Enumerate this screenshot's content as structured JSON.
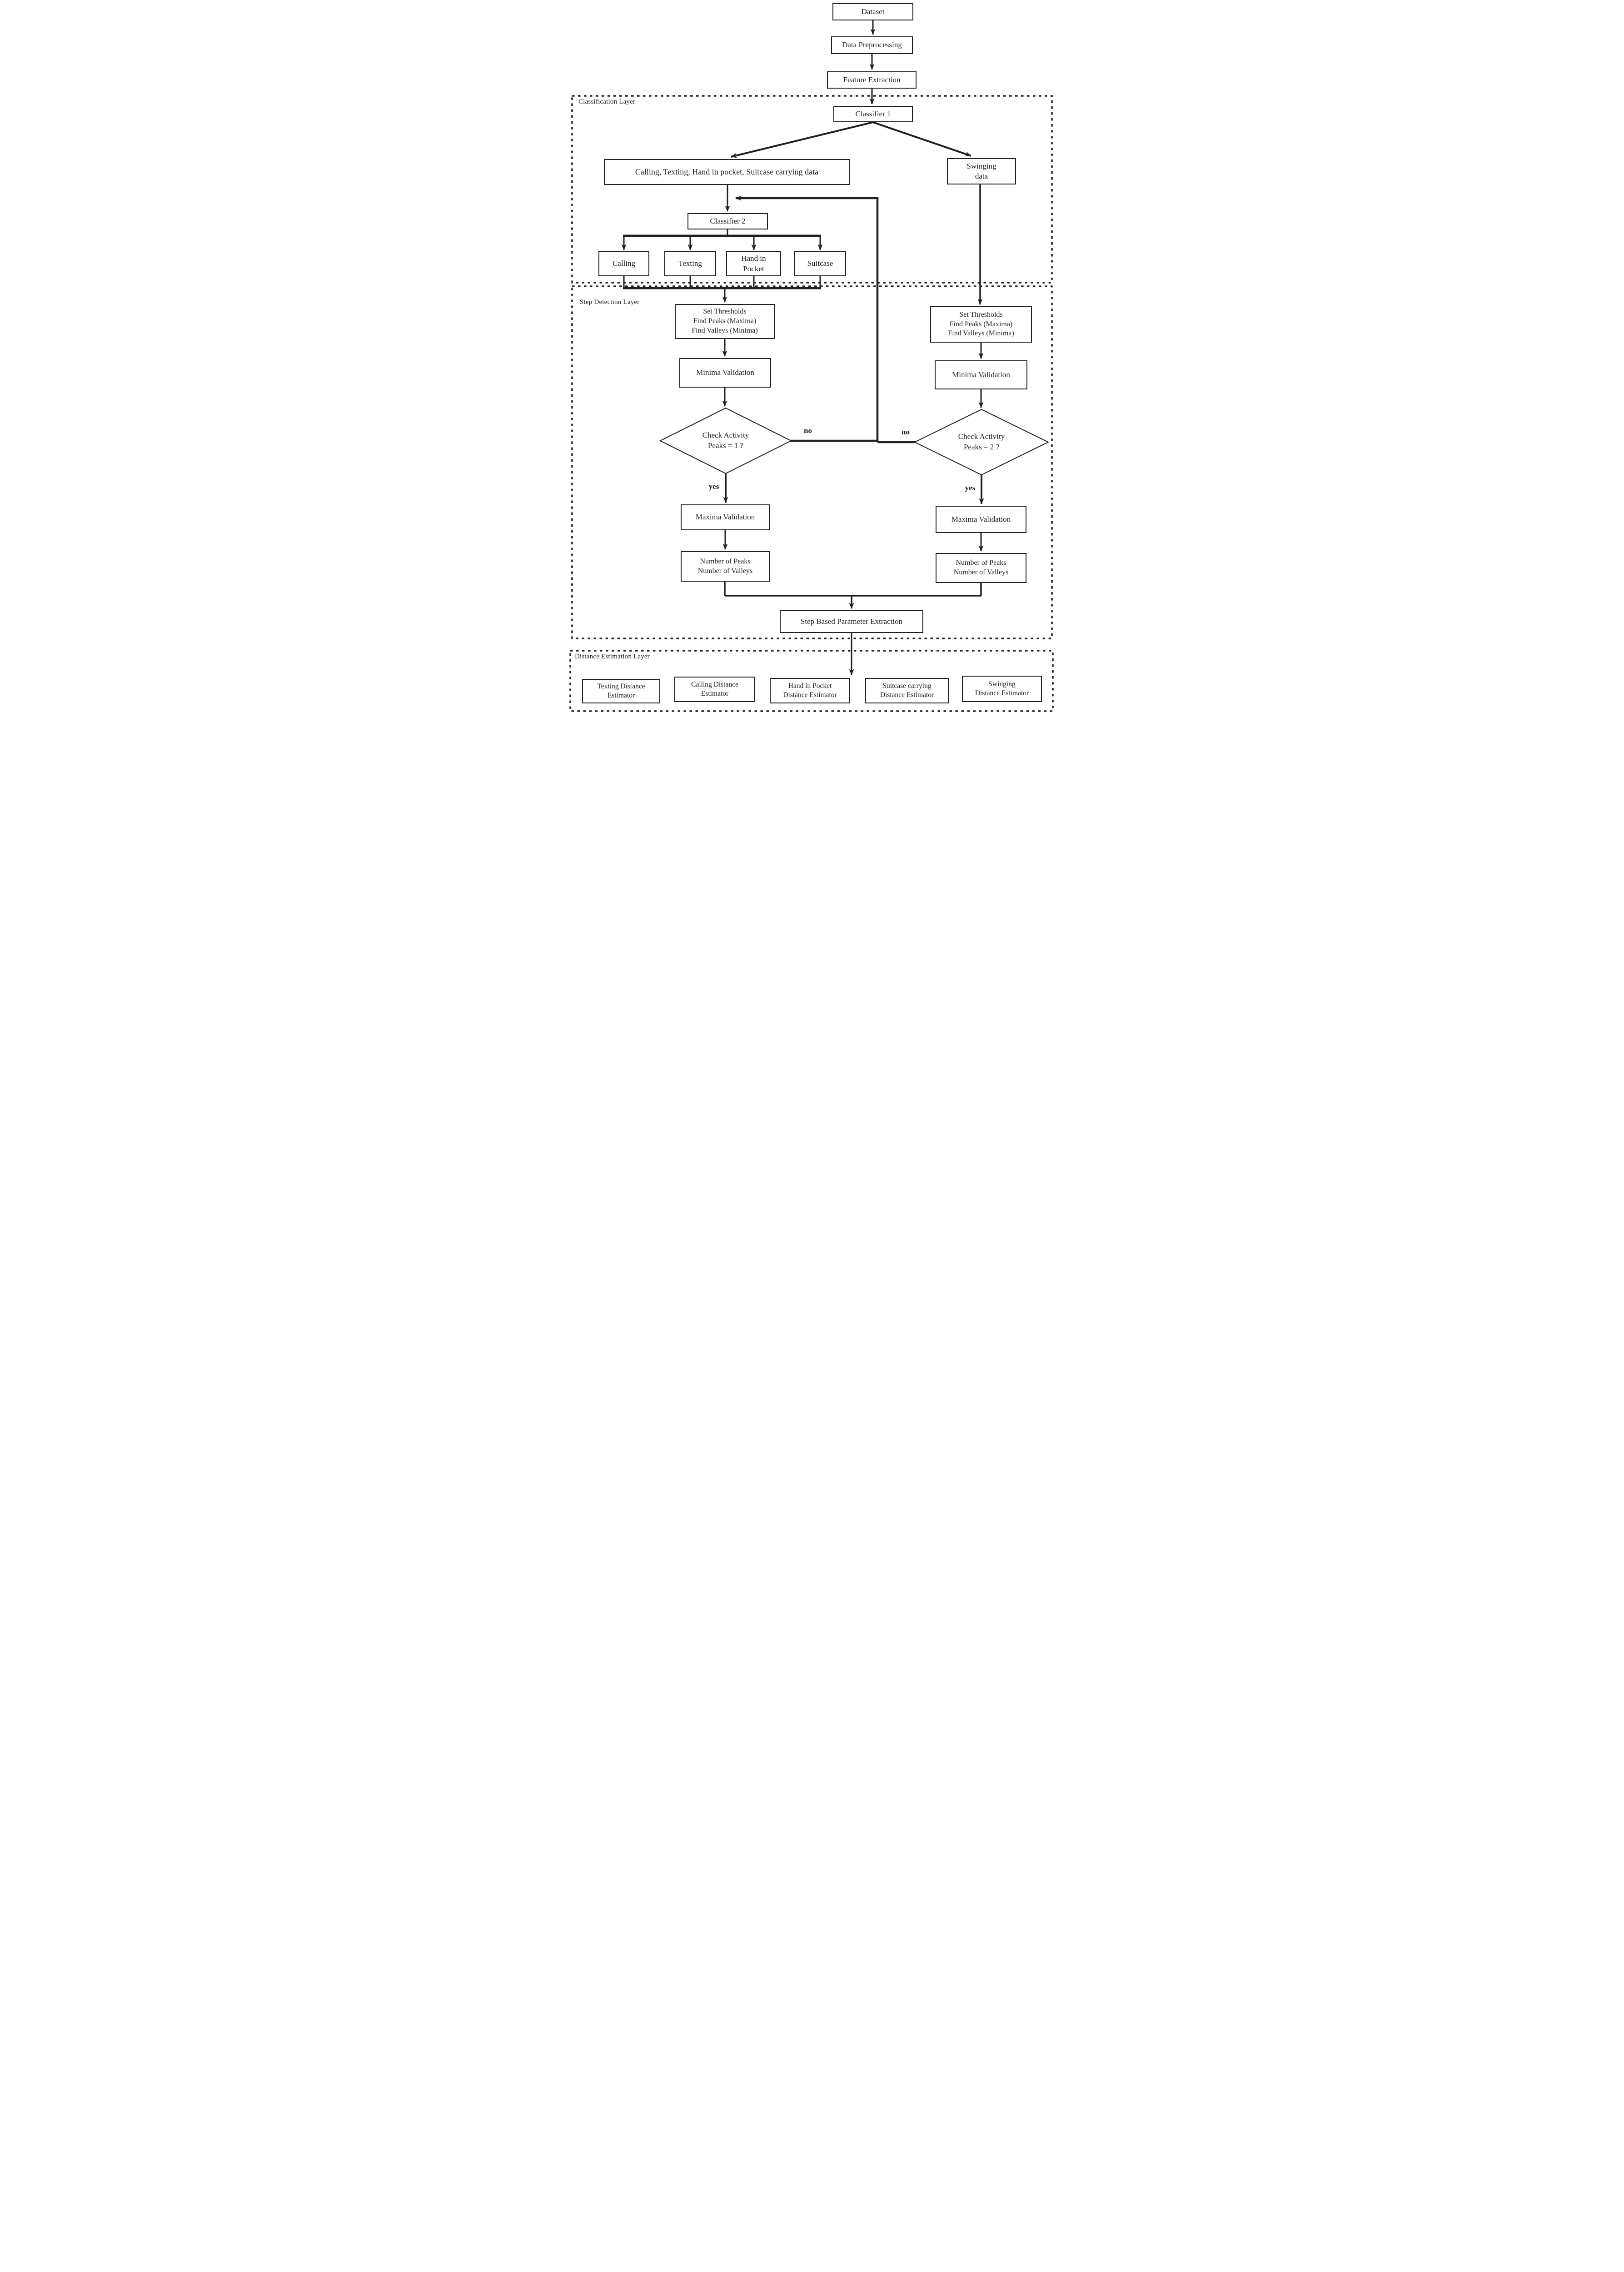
{
  "layers": {
    "classification": {
      "label": "Classification Layer"
    },
    "step_detection": {
      "label": "Step Detection Layer"
    },
    "distance_estimation": {
      "label": "Distance Estimation Layer"
    }
  },
  "nodes": {
    "dataset": {
      "label": "Dataset"
    },
    "data_preprocessing": {
      "label": "Data Preprocessing"
    },
    "feature_extraction": {
      "label": "Feature Extraction"
    },
    "classifier_1": {
      "label": "Classifier 1"
    },
    "non_swinging_data": {
      "label": "Calling, Texting, Hand in pocket, Suitcase carrying data"
    },
    "swinging_data": {
      "label": "Swinging\ndata"
    },
    "classifier_2": {
      "label": "Classifier 2"
    },
    "calling": {
      "label": "Calling"
    },
    "texting": {
      "label": "Texting"
    },
    "hand_in_pocket": {
      "label": "Hand in\nPocket"
    },
    "suitcase": {
      "label": "Suitcase"
    },
    "set_thresholds_left": {
      "label": "Set Thresholds\nFind Peaks (Maxima)\nFind Valleys (Minima)"
    },
    "set_thresholds_right": {
      "label": "Set Thresholds\nFind Peaks (Maxima)\nFind Valleys (Minima)"
    },
    "minima_validation_left": {
      "label": "Minima Validation"
    },
    "minima_validation_right": {
      "label": "Minima Validation"
    },
    "check_peaks_1": {
      "label": "Check Activity\nPeaks = 1 ?"
    },
    "check_peaks_2": {
      "label": "Check Activity\nPeaks = 2 ?"
    },
    "maxima_validation_left": {
      "label": "Maxima Validation"
    },
    "maxima_validation_right": {
      "label": "Maxima Validation"
    },
    "peak_counts_left": {
      "label": "Number of Peaks\nNumber of Valleys"
    },
    "peak_counts_right": {
      "label": "Number of Peaks\nNumber of Valleys"
    },
    "step_based_parameter_extraction": {
      "label": "Step Based Parameter Extraction"
    },
    "texting_estimator": {
      "label": "Texting Distance\nEstimator"
    },
    "calling_estimator": {
      "label": "Calling Distance\nEstimator"
    },
    "hand_in_pocket_estimator": {
      "label": "Hand in Pocket\nDistance Estimator"
    },
    "suitcase_estimator": {
      "label": "Suitcase carrying\nDistance Estimator"
    },
    "swinging_estimator": {
      "label": "Swinging\nDistance Estimator"
    }
  },
  "edge_labels": {
    "no_left": "no",
    "yes_left": "yes",
    "no_right": "no",
    "yes_right": "yes"
  },
  "colors": {
    "line": "#231f20",
    "background": "#ffffff"
  }
}
